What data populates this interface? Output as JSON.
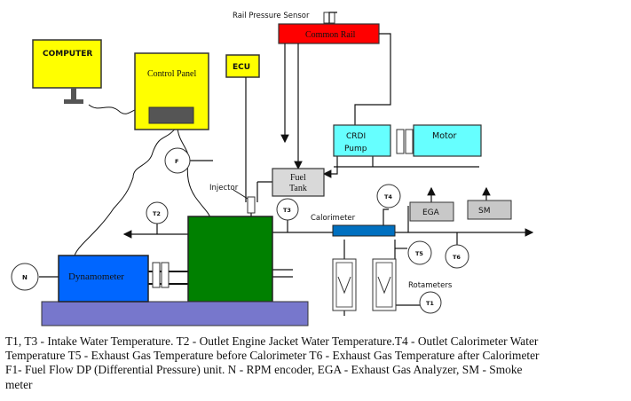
{
  "diagram": {
    "labels": {
      "rail_pressure_sensor": "Rail Pressure Sensor",
      "common_rail": "Common Rail",
      "computer": "COMPUTER",
      "control_panel": "Control Panel",
      "ecu": "ECU",
      "crdi_pump_line1": "CRDI",
      "crdi_pump_line2": "Pump",
      "motor": "Motor",
      "fuel_tank_line1": "Fuel",
      "fuel_tank_line2": "Tank",
      "injector": "Injector",
      "calorimeter": "Calorimeter",
      "ega": "EGA",
      "sm": "SM",
      "dynamometer": "Dynamometer",
      "rotameters": "Rotameters"
    },
    "gauges": {
      "f": "F",
      "t2": "T2",
      "t3": "T3",
      "t4": "T4",
      "t5": "T5",
      "t6": "T6",
      "t1": "T1",
      "n": "N"
    },
    "colors": {
      "common_rail": "#ff0000",
      "computer": "#ffff00",
      "control_panel": "#ffff00",
      "ecu": "#ffff00",
      "crdi_pump": "#66ffff",
      "motor": "#66ffff",
      "engine": "#008000",
      "dynamometer": "#0066ff",
      "base": "#7777cc",
      "calorimeter": "#0070c0",
      "fuel_tank": "#d9d9d9",
      "analyzer": "#c8c8c8"
    }
  },
  "caption": {
    "line1": "T1, T3 - Intake Water Temperature. T2 - Outlet Engine Jacket Water Temperature.T4 - Outlet Calorimeter Water",
    "line2": "Temperature T5 - Exhaust Gas Temperature before Calorimeter T6 - Exhaust Gas Temperature after Calorimeter",
    "line3": "F1- Fuel Flow DP (Differential Pressure) unit. N - RPM encoder, EGA - Exhaust Gas Analyzer, SM - Smoke",
    "line4": "meter"
  }
}
